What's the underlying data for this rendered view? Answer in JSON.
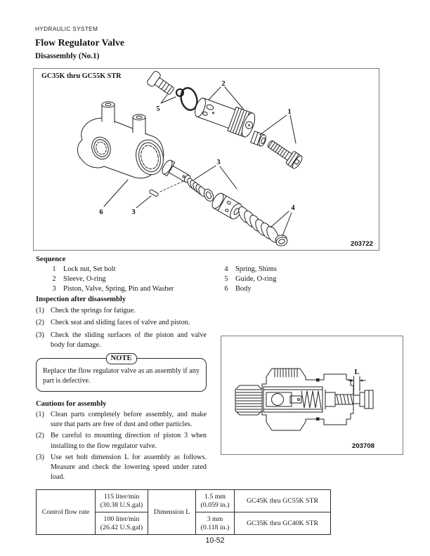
{
  "page": {
    "header": "HYDRAULIC SYSTEM",
    "title": "Flow Regulator Valve",
    "subtitle": "Disassembly (No.1)",
    "page_number": "10-52"
  },
  "figure_disassembly": {
    "model_label": "GC35K thru GC55K STR",
    "figure_number": "203722",
    "callouts": {
      "c1": "1",
      "c2": "2",
      "c3a": "3",
      "c3b": "3",
      "c4": "4",
      "c5": "5",
      "c6": "6"
    }
  },
  "sequence": {
    "heading": "Sequence",
    "left": [
      {
        "num": "1",
        "label": "Lock nut, Set bolt"
      },
      {
        "num": "2",
        "label": "Sleeve, O-ring"
      },
      {
        "num": "3",
        "label": "Piston, Valve, Spring, Pin and Washer"
      }
    ],
    "right": [
      {
        "num": "4",
        "label": "Spring, Shims"
      },
      {
        "num": "5",
        "label": "Guide, O-ring"
      },
      {
        "num": "6",
        "label": "Body"
      }
    ]
  },
  "inspection": {
    "heading": "Inspection after disassembly",
    "items": [
      {
        "num": "(1)",
        "text": "Check the springs for fatigue."
      },
      {
        "num": "(2)",
        "text": "Check seat and sliding faces of valve and piston."
      },
      {
        "num": "(3)",
        "text": "Check the sliding surfaces of the piston and valve body for damage."
      }
    ]
  },
  "note": {
    "label": "NOTE",
    "text": "Replace the flow regulator valve as an assembly if any part is defective."
  },
  "figure_section": {
    "figure_number": "203708",
    "dimension_label": "L"
  },
  "cautions": {
    "heading": "Cautions for assembly",
    "items": [
      {
        "num": "(1)",
        "text": "Clean parts completely before assembly, and make sure that parts are free of dust and other particles."
      },
      {
        "num": "(2)",
        "text": "Be careful to mounting direction of piston 3 when installing to the flow regulator valve."
      },
      {
        "num": "(3)",
        "text": "Use set bolt dimension L for assembly as follows. Measure and check the lowering speed under rated load."
      }
    ]
  },
  "spec_table": {
    "row_header": "Control flow rate",
    "dimension_header": "Dimension L",
    "rows": [
      {
        "flow": "115 liter/min",
        "flow_gal": "(30.38 U.S.gal)",
        "dim": "1.5 mm",
        "dim_in": "(0.059 in.)",
        "model": "GC45K thru GC55K STR"
      },
      {
        "flow": "100 liter/min",
        "flow_gal": "(26.42 U.S.gal)",
        "dim": "3 mm",
        "dim_in": "(0.118 in.)",
        "model": "GC35K thru GC40K STR"
      }
    ]
  }
}
